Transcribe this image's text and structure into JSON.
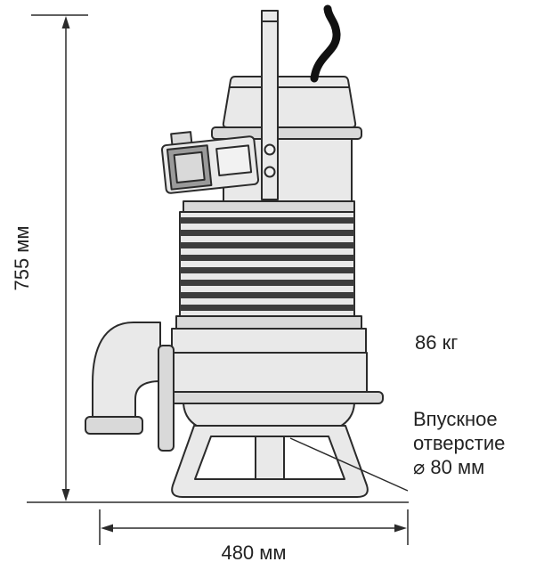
{
  "diagram": {
    "height_label": "755 мм",
    "width_label": "480 мм",
    "weight_label": "86 кг",
    "inlet_label": {
      "line1": "Впускное",
      "line2": "отверстие",
      "line3": "⌀ 80 мм"
    }
  },
  "colors": {
    "line": "#2b2b2b",
    "fill_light": "#e9e9e9",
    "fill_mid": "#d9d9d9",
    "fill_dark": "#3d3d3d",
    "connector": "#9a9a9a",
    "plate_light": "#f2f2f2",
    "cable": "#111111",
    "text": "#222222",
    "background": "#ffffff"
  }
}
